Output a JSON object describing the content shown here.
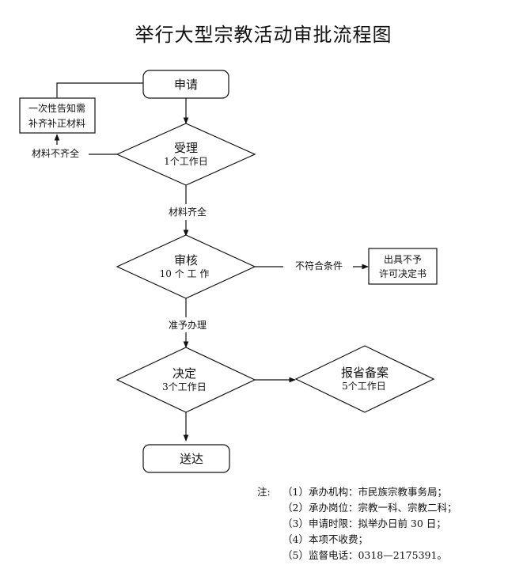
{
  "title": "举行大型宗教活动审批流程图",
  "nodes": {
    "apply": "申请",
    "supplement_line1": "一次性告知需",
    "supplement_line2": "补齐补正材料",
    "accept_title": "受理",
    "accept_days": "1个工作日",
    "review_title": "审核",
    "review_days": "10 个 工 作",
    "reject_line1": "出具不予",
    "reject_line2": "许可决定书",
    "decide_title": "决定",
    "decide_days": "3个工作日",
    "report_title": "报省备案",
    "report_days": "5个工作日",
    "deliver": "送达"
  },
  "edges": {
    "incomplete": "材料不齐全",
    "complete": "材料齐全",
    "not_qualified": "不符合条件",
    "approve": "准予办理"
  },
  "notes": {
    "label": "注:",
    "items": [
      "（1）承办机构：市民族宗教事务局；",
      "（2）承办岗位：宗教一科、宗教二科；",
      "（3）申请时限：拟举办日前 30 日；",
      "（4）本项不收费；",
      "（5）监督电话：0318—2175391。"
    ]
  }
}
